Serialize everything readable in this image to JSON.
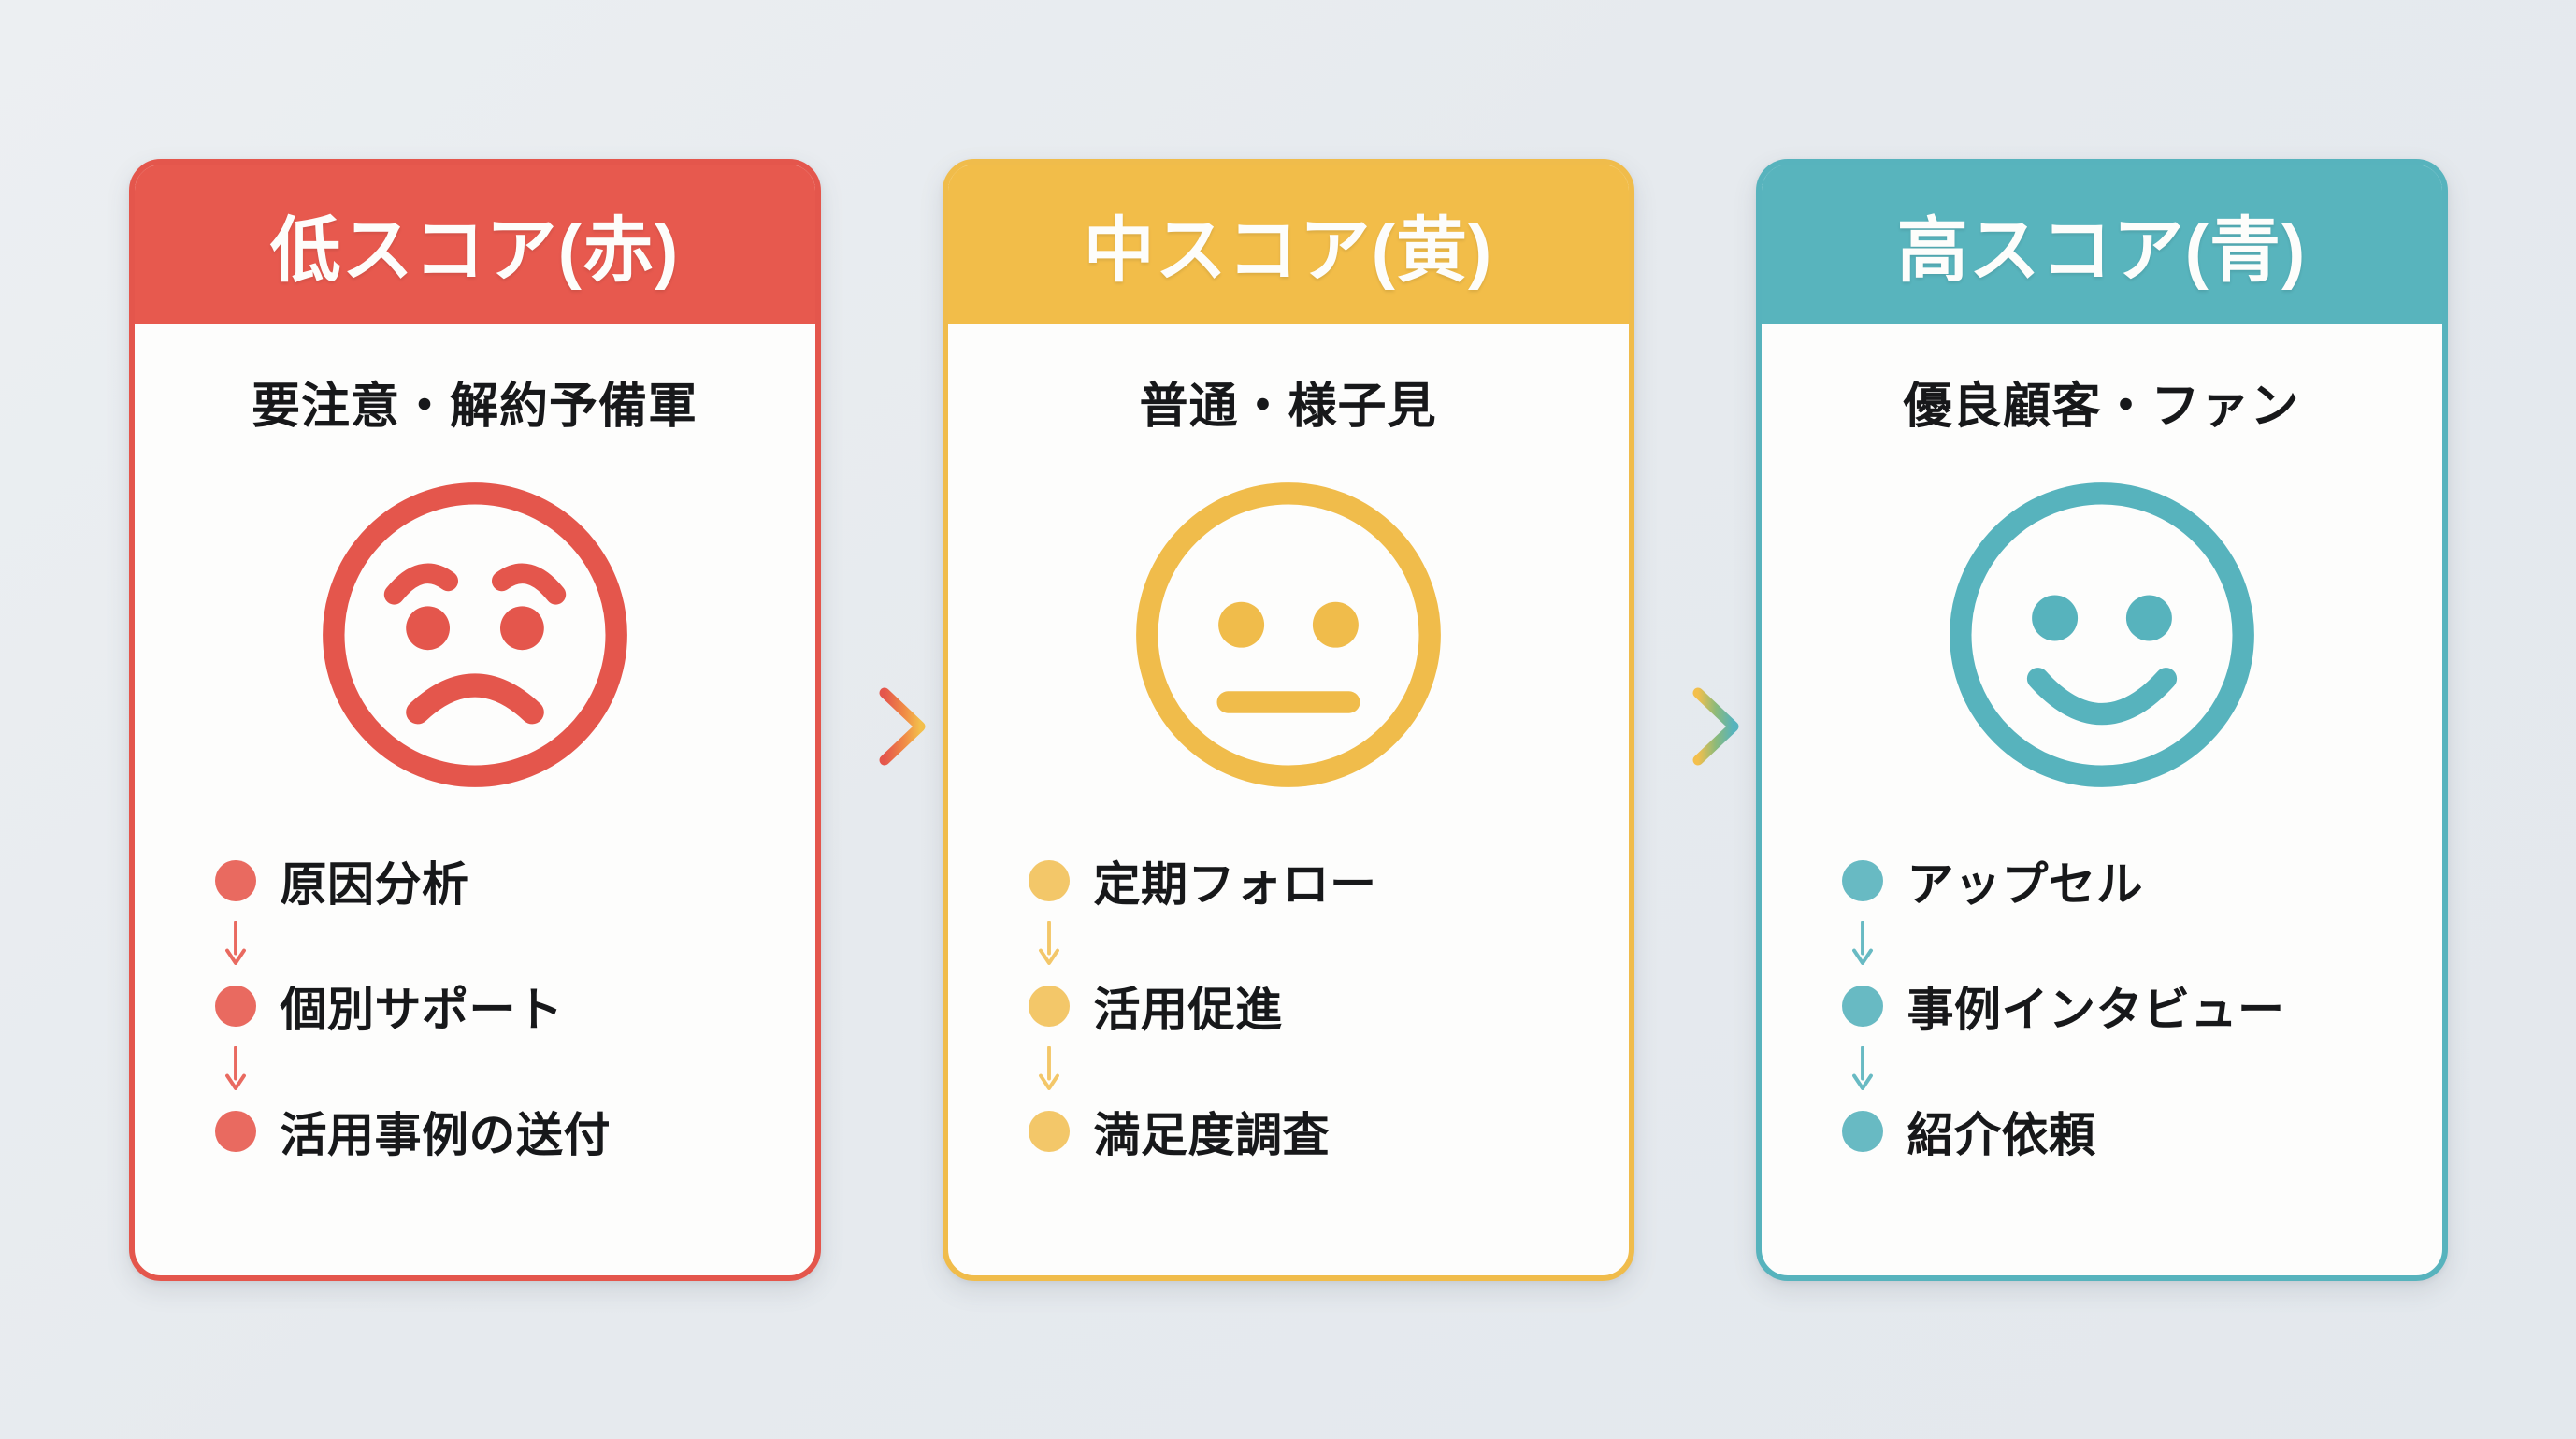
{
  "background": {
    "color_from": "#eceff2",
    "color_to": "#e3e8ed"
  },
  "cards": [
    {
      "id": "low-score",
      "header_title": "低スコア(赤)",
      "subtitle": "要注意・解約予備軍",
      "face": "sad-face-icon",
      "accent": "#e7594e",
      "border": "#e4564c",
      "dot": "#e96a60",
      "bullets": [
        "原因分析",
        "個別サポート",
        "活用事例の送付"
      ]
    },
    {
      "id": "mid-score",
      "header_title": "中スコア(黄)",
      "subtitle": "普通・様子見",
      "face": "neutral-face-icon",
      "accent": "#f2bd49",
      "border": "#f0bc4b",
      "dot": "#f3c769",
      "bullets": [
        "定期フォロー",
        "活用促進",
        "満足度調査"
      ]
    },
    {
      "id": "high-score",
      "header_title": "高スコア(青)",
      "subtitle": "優良顧客・ファン",
      "face": "happy-face-icon",
      "accent": "#58b4bd",
      "border": "#57b3bd",
      "dot": "#68bac3",
      "bullets": [
        "アップセル",
        "事例インタビュー",
        "紹介依頼"
      ]
    }
  ],
  "arrows": [
    {
      "id": "arrow-red-to-yellow",
      "icon": "arrow-right-icon",
      "from_color": "#e4564c",
      "to_color": "#f3bf4c"
    },
    {
      "id": "arrow-yellow-to-blue",
      "icon": "arrow-right-icon",
      "from_color": "#f3bf4c",
      "to_color": "#57b3bd"
    }
  ]
}
